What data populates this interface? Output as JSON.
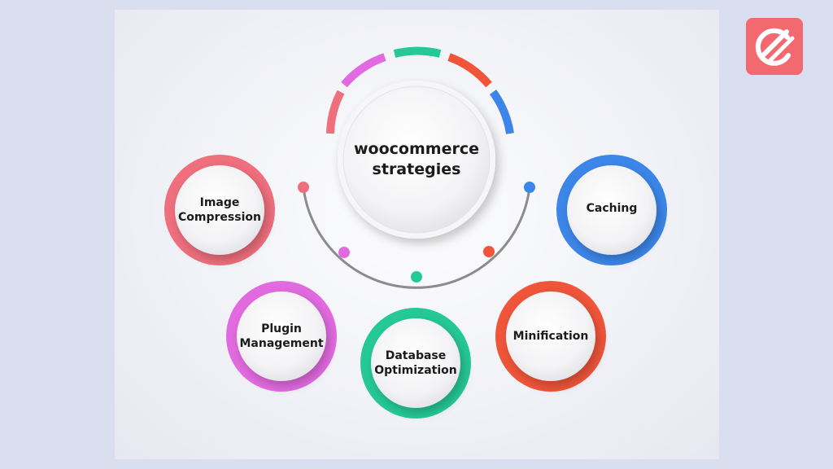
{
  "center": {
    "title_line1": "woocommerce",
    "title_line2": "strategies"
  },
  "nodes": [
    {
      "id": "image-compression",
      "line1": "Image",
      "line2": "Compression",
      "color": "#ef6f7d"
    },
    {
      "id": "plugin-management",
      "line1": "Plugin",
      "line2": "Management",
      "color": "#e26ae0"
    },
    {
      "id": "database-optimization",
      "line1": "Database",
      "line2": "Optimization",
      "color": "#25c995"
    },
    {
      "id": "minification",
      "line1": "Minification",
      "line2": "",
      "color": "#f0553a"
    },
    {
      "id": "caching",
      "line1": "Caching",
      "line2": "",
      "color": "#3c86ea"
    }
  ],
  "colors": {
    "background": "#d9dfee",
    "logo": "#f26a6f",
    "connector": "#8c8c8c"
  },
  "logo": {
    "icon": "e-letter-logo-icon"
  }
}
